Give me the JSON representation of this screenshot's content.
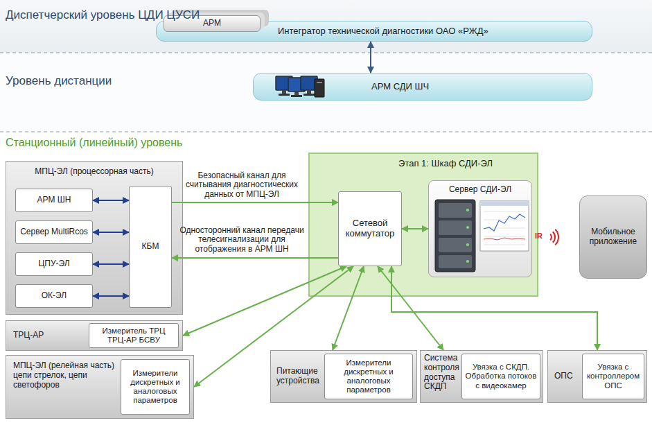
{
  "diagram": {
    "nodes": [
      {
        "text": [
          "Интегратор технической диагностики ОАО «РЖД»"
        ]
      },
      {
        "text": [
          "АРМ"
        ],
        "in": 0
      },
      {
        "text": [
          "АРМ СДИ ШЧ"
        ]
      },
      {
        "text": [
          "МПЦ-ЭЛ (процессорная часть)"
        ]
      },
      {
        "text": [
          "АРМ ШН"
        ],
        "in": 3
      },
      {
        "text": [
          "Сервер MultiRcos"
        ],
        "in": 3
      },
      {
        "text": [
          "ЦПУ-ЭЛ"
        ],
        "in": 3
      },
      {
        "text": [
          "ОК-ЭЛ"
        ],
        "in": 3
      },
      {
        "text": [
          "КБМ"
        ],
        "in": 3
      },
      {
        "text": [
          "Этап 1: Шкаф СДИ-ЭЛ"
        ]
      },
      {
        "text": [
          "Сетевой коммутатор"
        ],
        "in": 9
      },
      {
        "text": [
          "Сервер СДИ-ЭЛ"
        ],
        "in": 9
      },
      {
        "text": [
          "Мобильное приложение"
        ]
      },
      {
        "text": [
          "ТРЦ-АР"
        ]
      },
      {
        "text": [
          "Измеритель ТРЦ ТРЦ-АР БСВУ"
        ],
        "in": 13
      },
      {
        "text": [
          "МПЦ-ЭЛ (релейная часть) цепи стрелок, цепи светофоров"
        ]
      },
      {
        "text": [
          "Измерители дискретных и аналоговых параметров"
        ],
        "in": 15
      },
      {
        "text": [
          "Питающие устройства"
        ]
      },
      {
        "text": [
          "Измерители дискретных и аналоговых параметров"
        ],
        "in": 17
      },
      {
        "text": [
          "Система контроля доступа СКДП"
        ]
      },
      {
        "text": [
          "Увязка с СКДП. Обработка потоков с видеокамер"
        ],
        "in": 19
      },
      {
        "text": [
          "ОПС"
        ]
      },
      {
        "text": [
          "Увязка с контроллером ОПС"
        ],
        "in": 21
      }
    ],
    "edges": [
      {
        "from": 0,
        "to": 2,
        "arrow": "both"
      },
      {
        "from": 4,
        "to": 8,
        "arrow": "both"
      },
      {
        "from": 5,
        "to": 8,
        "arrow": "both"
      },
      {
        "from": 6,
        "to": 8,
        "arrow": "both"
      },
      {
        "from": 7,
        "to": 8,
        "arrow": "both"
      },
      {
        "from": 8,
        "to": 10,
        "arrow": "to",
        "label": "Безопасный канал для считывания диагностических данных от МПЦ-ЭЛ"
      },
      {
        "from": 10,
        "to": 8,
        "arrow": "to",
        "label": "Односторонний канал передачи телесигнализации для отображения в АРМ ШН"
      },
      {
        "from": 10,
        "to": 11,
        "arrow": "both"
      },
      {
        "from": 10,
        "to": 13,
        "arrow": "both"
      },
      {
        "from": 10,
        "to": 15,
        "arrow": "both"
      },
      {
        "from": 10,
        "to": 17,
        "arrow": "both"
      },
      {
        "from": 10,
        "to": 19,
        "arrow": "both"
      },
      {
        "from": 10,
        "to": 21,
        "arrow": "both"
      }
    ],
    "labels": [
      "Диспетчерский уровень ЦДИ ЦУСИ",
      "Уровень дистанции",
      "Станционный (линейный) уровень",
      "IR"
    ]
  }
}
